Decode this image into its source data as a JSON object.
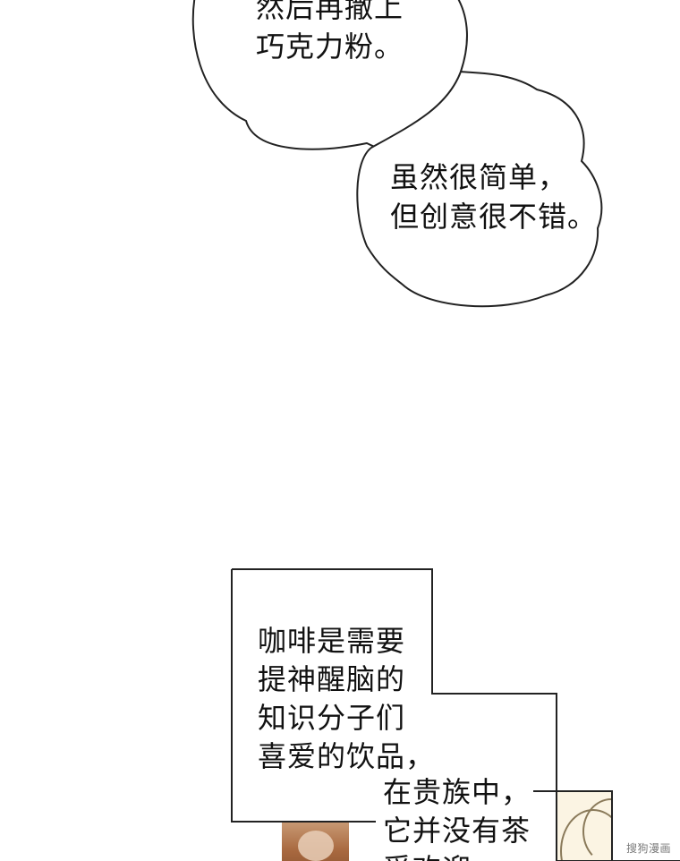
{
  "bubbles": [
    {
      "lines": [
        "然后再撒上",
        "巧克力粉。"
      ]
    },
    {
      "lines": [
        "虽然很简单，",
        "但创意很不错。"
      ]
    }
  ],
  "caption_boxes": [
    {
      "lines": [
        "咖啡是需要",
        "提神醒脑的",
        "知识分子们",
        "喜爱的饮品，"
      ]
    },
    {
      "lines": [
        "在贵族中，",
        "它并没有茶",
        "受欢迎"
      ]
    }
  ],
  "watermark": "搜狗漫画",
  "colors": {
    "background": "#ffffff",
    "ink": "#111111",
    "outline": "#222222"
  }
}
